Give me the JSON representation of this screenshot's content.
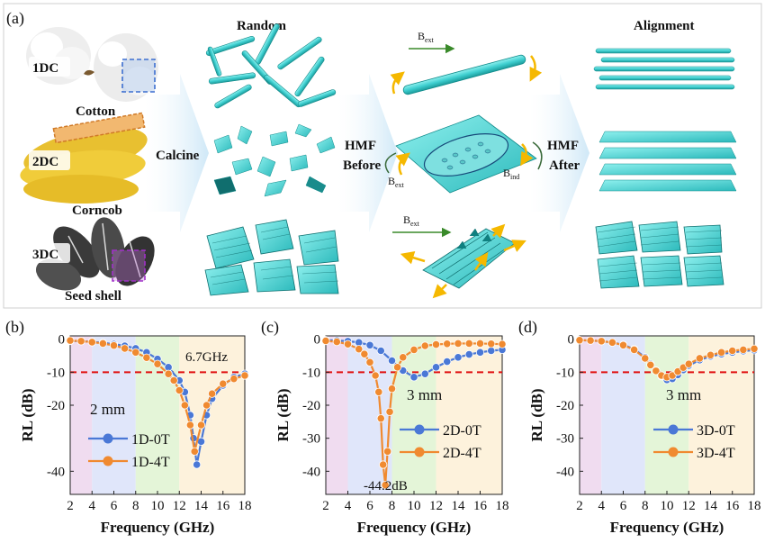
{
  "panel_a": {
    "label": "(a)",
    "header_random": "Random",
    "header_alignment": "Alignment",
    "rows": [
      {
        "tag": "1DC",
        "name": "Cotton"
      },
      {
        "tag": "2DC",
        "name": "Corncob"
      },
      {
        "tag": "3DC",
        "name": "Seed shell"
      }
    ],
    "calcine": "Calcine",
    "hmf_before": [
      "HMF",
      "Before"
    ],
    "hmf_after": [
      "HMF",
      "After"
    ],
    "field_labels": {
      "b": "B",
      "ext": "ext",
      "ind": "ind"
    },
    "colors": {
      "cyan": "#3fcfd0",
      "cyan_dark": "#128c8c",
      "arrow_bg": "#d5ecf8",
      "gold": "#f5b800",
      "green": "#3a8a2a"
    }
  },
  "chart_data": [
    {
      "panel": "(b)",
      "type": "line",
      "xlabel": "Frequency (GHz)",
      "ylabel": "RL (dB)",
      "xlim": [
        2,
        18
      ],
      "ylim": [
        -47,
        1
      ],
      "xticks": [
        2,
        4,
        6,
        8,
        10,
        12,
        14,
        16,
        18
      ],
      "yticks": [
        0,
        -10,
        -20,
        -40
      ],
      "threshold": -10,
      "annotations": [
        "2 mm",
        "6.7GHz"
      ],
      "bands": [
        [
          2,
          4,
          "#f0dcf0"
        ],
        [
          4,
          8,
          "#e0e6fa"
        ],
        [
          8,
          12,
          "#e4f5d8"
        ],
        [
          12,
          18,
          "#fdf2dc"
        ]
      ],
      "series": [
        {
          "name": "1D-0T",
          "color": "#4a78d6",
          "x": [
            2,
            3,
            4,
            5,
            6,
            7,
            8,
            9,
            10,
            11,
            12,
            12.5,
            13,
            13.3,
            13.6,
            14,
            14.5,
            15,
            16,
            17,
            18
          ],
          "y": [
            -0.5,
            -0.6,
            -0.8,
            -1.1,
            -1.5,
            -2.0,
            -2.8,
            -4.0,
            -6.0,
            -8.5,
            -12.5,
            -16,
            -23,
            -30,
            -38,
            -31,
            -23,
            -18,
            -14,
            -11.5,
            -10.5
          ]
        },
        {
          "name": "1D-4T",
          "color": "#f08a30",
          "x": [
            2,
            3,
            4,
            5,
            6,
            7,
            8,
            9,
            10,
            11,
            11.5,
            12,
            12.5,
            13,
            13.4,
            14,
            14.5,
            15,
            16,
            17,
            18
          ],
          "y": [
            -0.4,
            -0.6,
            -0.9,
            -1.3,
            -1.9,
            -2.8,
            -4.0,
            -5.6,
            -7.5,
            -10.5,
            -12.5,
            -15.5,
            -20,
            -26,
            -34,
            -26,
            -20,
            -16.5,
            -13.5,
            -12,
            -11
          ]
        }
      ]
    },
    {
      "panel": "(c)",
      "type": "line",
      "xlabel": "Frequency (GHz)",
      "ylabel": "RL (dB)",
      "xlim": [
        2,
        18
      ],
      "ylim": [
        -47,
        1
      ],
      "xticks": [
        2,
        4,
        6,
        8,
        10,
        12,
        14,
        16,
        18
      ],
      "yticks": [
        0,
        -10,
        -20,
        -30,
        -40
      ],
      "threshold": -10,
      "annotations": [
        "3 mm",
        "-44.2dB"
      ],
      "bands": [
        [
          2,
          4,
          "#f0dcf0"
        ],
        [
          4,
          8,
          "#e0e6fa"
        ],
        [
          8,
          12,
          "#e4f5d8"
        ],
        [
          12,
          18,
          "#fdf2dc"
        ]
      ],
      "series": [
        {
          "name": "2D-0T",
          "color": "#4a78d6",
          "x": [
            2,
            3,
            4,
            5,
            6,
            7,
            8,
            9,
            10,
            11,
            12,
            13,
            14,
            15,
            16,
            17,
            18
          ],
          "y": [
            -0.3,
            -0.4,
            -0.6,
            -1.0,
            -1.8,
            -3.5,
            -6.5,
            -9.5,
            -11.5,
            -10.5,
            -8.5,
            -6.8,
            -5.5,
            -4.6,
            -4.0,
            -3.5,
            -3.2
          ]
        },
        {
          "name": "2D-4T",
          "color": "#f08a30",
          "x": [
            2,
            3,
            4,
            5,
            5.5,
            6,
            6.5,
            6.8,
            7,
            7.2,
            7.4,
            7.6,
            7.8,
            8,
            8.5,
            9,
            10,
            11,
            12,
            13,
            14,
            15,
            16,
            17,
            18
          ],
          "y": [
            -0.5,
            -0.8,
            -1.5,
            -3.0,
            -4.5,
            -7,
            -11,
            -16,
            -24,
            -38,
            -44.2,
            -34,
            -22,
            -15,
            -8.5,
            -5.5,
            -3.2,
            -2.0,
            -1.6,
            -1.4,
            -1.3,
            -1.3,
            -1.3,
            -1.4,
            -1.5
          ]
        }
      ]
    },
    {
      "panel": "(d)",
      "type": "line",
      "xlabel": "Frequency (GHz)",
      "ylabel": "RL (dB)",
      "xlim": [
        2,
        18
      ],
      "ylim": [
        -47,
        1
      ],
      "xticks": [
        2,
        4,
        6,
        8,
        10,
        12,
        14,
        16,
        18
      ],
      "yticks": [
        0,
        -10,
        -20,
        -30,
        -40
      ],
      "threshold": -10,
      "annotations": [
        "3 mm"
      ],
      "bands": [
        [
          2,
          4,
          "#f0dcf0"
        ],
        [
          4,
          8,
          "#e0e6fa"
        ],
        [
          8,
          12,
          "#e4f5d8"
        ],
        [
          12,
          18,
          "#fdf2dc"
        ]
      ],
      "series": [
        {
          "name": "3D-0T",
          "color": "#4a78d6",
          "x": [
            2,
            3,
            4,
            5,
            6,
            7,
            8,
            8.5,
            9,
            9.5,
            10,
            10.5,
            11,
            11.5,
            12,
            13,
            14,
            15,
            16,
            17,
            18
          ],
          "y": [
            -0.3,
            -0.4,
            -0.6,
            -1.0,
            -1.7,
            -3.0,
            -5.5,
            -7.5,
            -9.5,
            -11.2,
            -12.3,
            -12,
            -10.8,
            -9.3,
            -8,
            -6.3,
            -5.2,
            -4.5,
            -4.0,
            -3.6,
            -3.3
          ]
        },
        {
          "name": "3D-4T",
          "color": "#f08a30",
          "x": [
            2,
            3,
            4,
            5,
            6,
            7,
            8,
            8.5,
            9,
            9.5,
            10,
            10.5,
            11,
            11.5,
            12,
            13,
            14,
            15,
            16,
            17,
            18
          ],
          "y": [
            -0.3,
            -0.4,
            -0.6,
            -1.0,
            -1.8,
            -3.2,
            -5.8,
            -7.8,
            -9.6,
            -11,
            -11.5,
            -11,
            -9.8,
            -8.6,
            -7.5,
            -5.8,
            -4.8,
            -4.0,
            -3.5,
            -3.2,
            -2.9
          ]
        }
      ]
    }
  ]
}
